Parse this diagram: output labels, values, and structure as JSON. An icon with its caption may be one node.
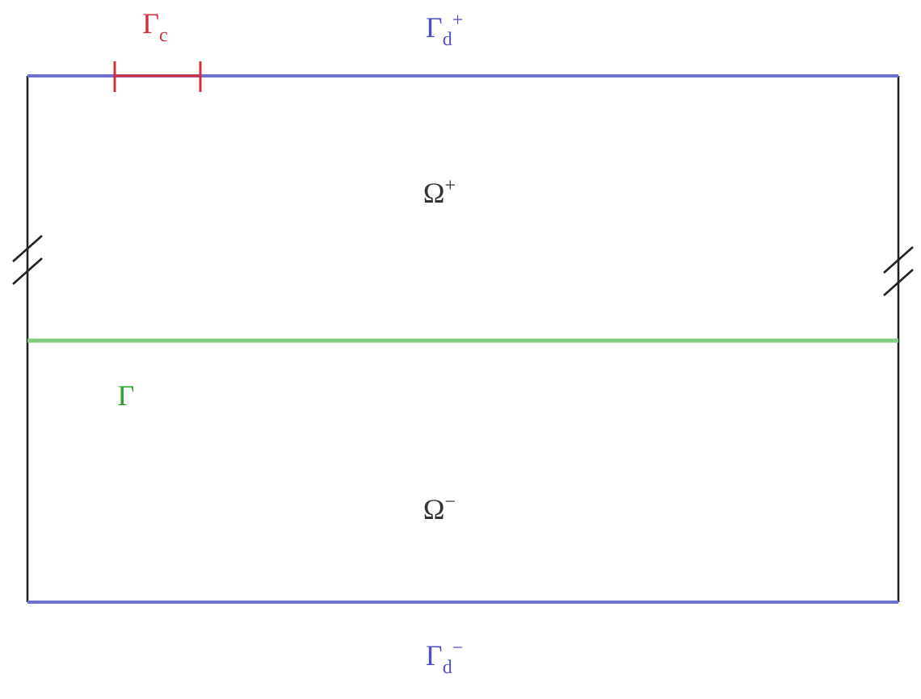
{
  "diagram": {
    "labels": [
      "Γ$_{c}$",
      "Γ$_{d}$$^{+}$",
      "Ω$^{+}$",
      "Γ",
      "Ω$^{−}$",
      "Γ$_{d}$$^{−}$"
    ]
  }
}
